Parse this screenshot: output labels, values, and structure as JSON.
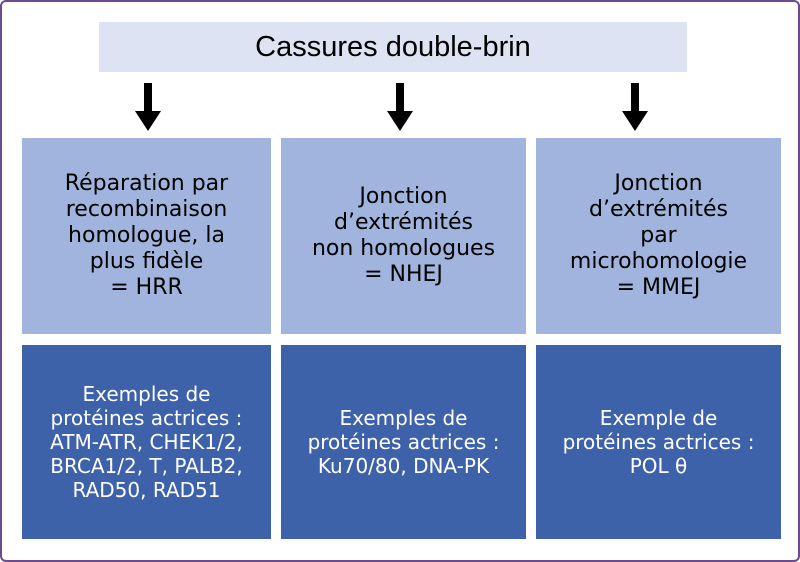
{
  "title": "Cassures double-brin",
  "colors": {
    "title_bg": "#dde3f2",
    "mechanism_bg": "#a1b4dd",
    "examples_bg": "#3e62aa",
    "examples_text": "#ffffff",
    "border": "#6c4a8e"
  },
  "mechanisms": [
    {
      "label": "Réparation par\nrecombinaison\nhomologue, la\nplus fidèle\n= HRR"
    },
    {
      "label": "Jonction\nd’extrémités\nnon homologues\n= NHEJ"
    },
    {
      "label": "Jonction\nd’extrémités\npar\nmicrohomologie\n= MMEJ"
    }
  ],
  "examples": [
    {
      "label": "Exemples de\nprotéines actrices :\nATM-ATR, CHEK1/2,\nBRCA1/2, T, PALB2,\nRAD50, RAD51"
    },
    {
      "label": "Exemples de\nprotéines actrices :\nKu70/80, DNA-PK"
    },
    {
      "label": "Exemple de\nprotéines actrices :\nPOL θ"
    }
  ],
  "icons": [
    "down-arrow-icon"
  ]
}
